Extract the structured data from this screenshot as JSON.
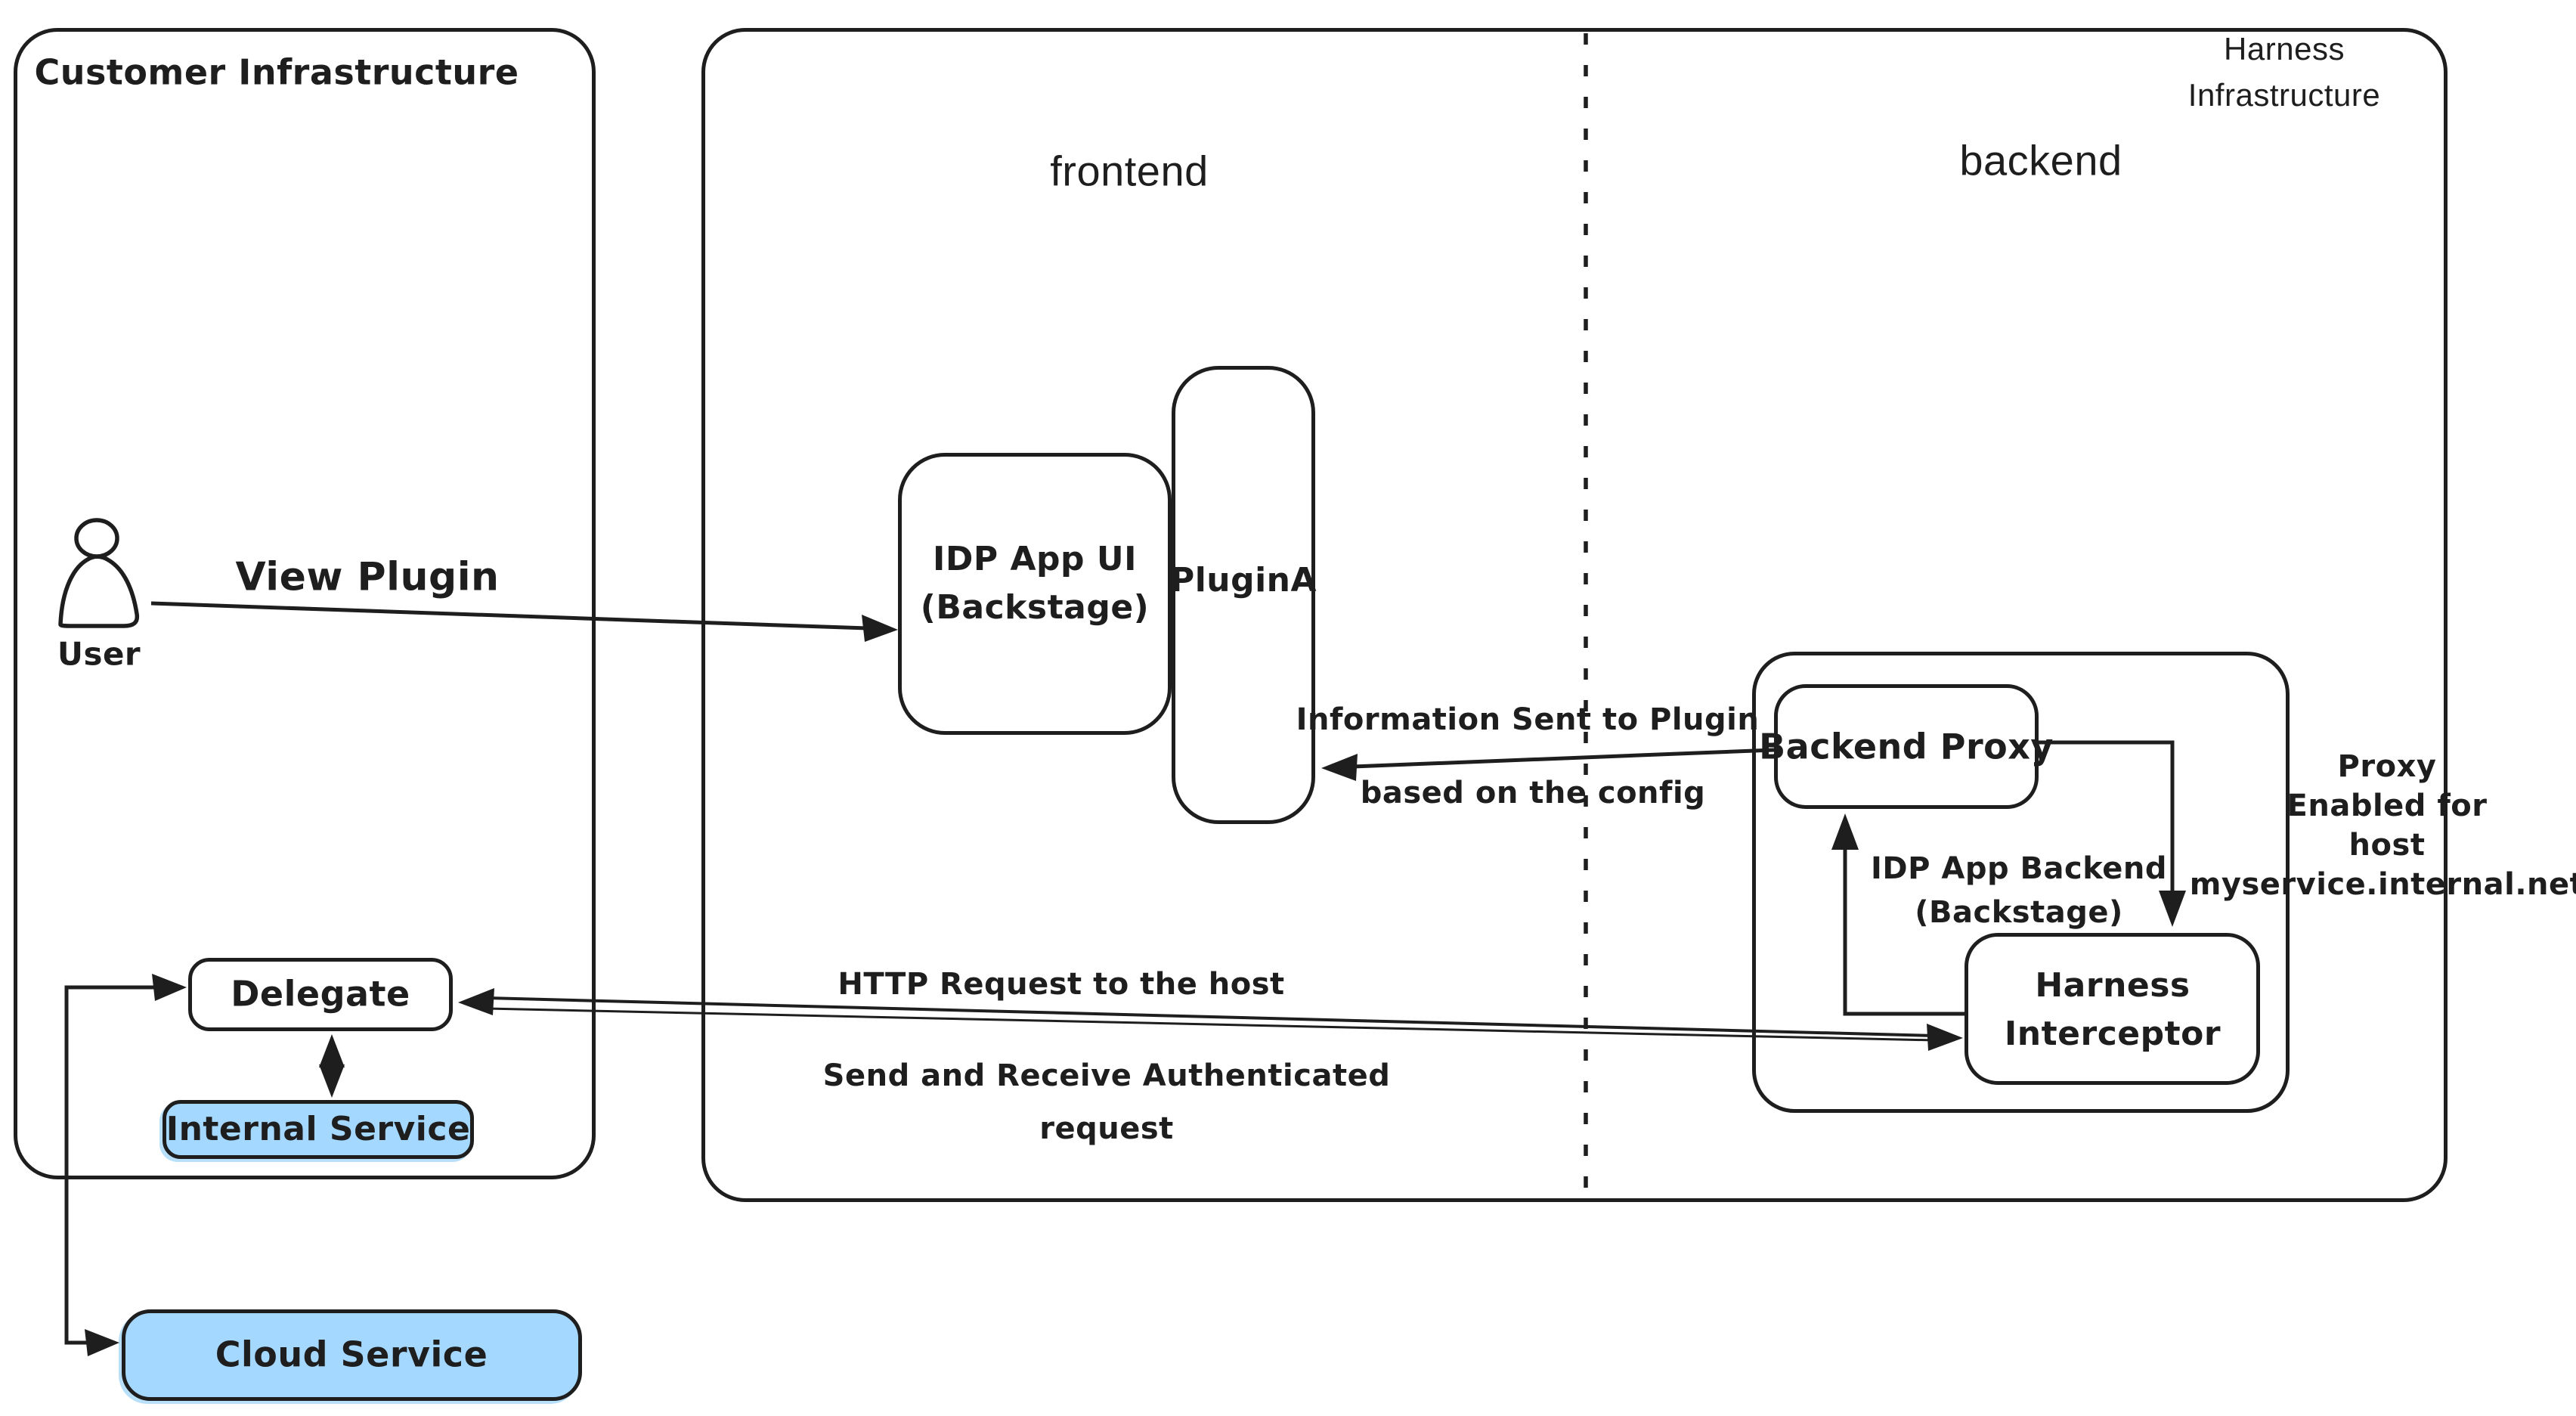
{
  "regions": {
    "customer": {
      "label": "Customer Infrastructure"
    },
    "harness": {
      "label": "Harness Infrastructure",
      "frontend_zone_label": "frontend",
      "backend_zone_label": "backend"
    }
  },
  "nodes": {
    "user": {
      "label": "User"
    },
    "idp_app_ui": {
      "label": "IDP App UI\n(Backstage)"
    },
    "plugin_a": {
      "label": "PluginA"
    },
    "backend_proxy": {
      "label": "Backend Proxy"
    },
    "idp_app_backend": {
      "label": "IDP App Backend\n(Backstage)"
    },
    "harness_interceptor": {
      "label": "Harness\nInterceptor"
    },
    "delegate": {
      "label": "Delegate"
    },
    "internal_service": {
      "label": "Internal Service"
    },
    "cloud_service": {
      "label": "Cloud Service"
    }
  },
  "edges": {
    "view_plugin": {
      "label": "View Plugin"
    },
    "information_sent": {
      "label_line1": "Information Sent to Plugin",
      "label_line2": "based on the config"
    },
    "http_request": {
      "label_line1": "HTTP Request to the host",
      "label_line2": "Send and Receive Authenticated\nrequest"
    },
    "proxy_enabled": {
      "label": "Proxy\nEnabled for\nhost myservice.internal.net"
    }
  },
  "colors": {
    "stroke": "#1e1e1e",
    "service_fill": "#a5d8ff",
    "hatch": "#c9d4df"
  }
}
